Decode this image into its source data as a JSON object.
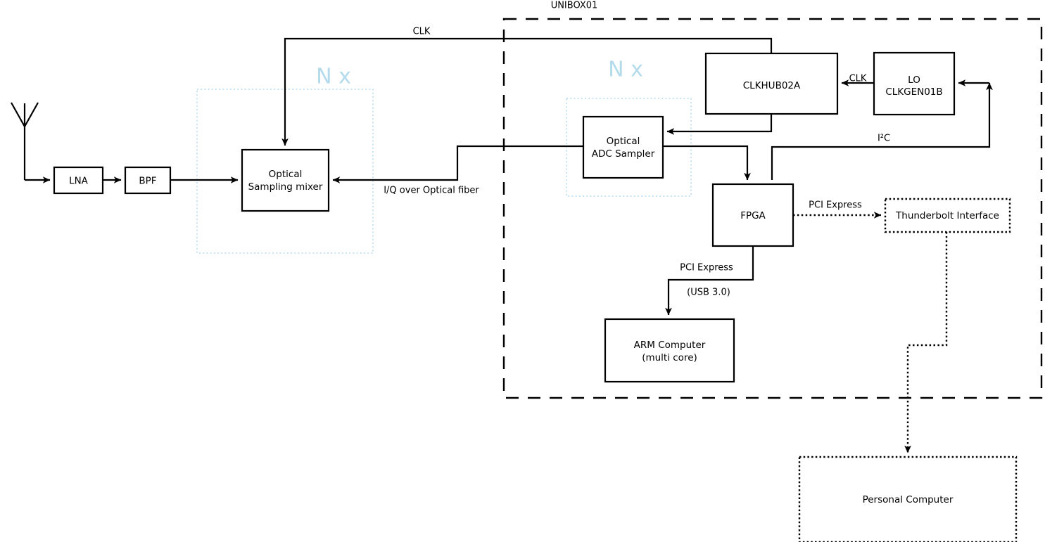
{
  "diagram": {
    "title_label": "UNIBOX01",
    "group_multiplier_label": "N x",
    "accent_group_color": "#b3dbeb",
    "line_color": "#000000",
    "background_color": "#ffffff"
  },
  "blocks": {
    "lna": {
      "label": "LNA"
    },
    "bpf": {
      "label": "BPF"
    },
    "optical_sampling_mixer": {
      "line1": "Optical",
      "line2": "Sampling mixer"
    },
    "optical_adc_sampler": {
      "line1": "Optical",
      "line2": "ADC Sampler"
    },
    "clkhub": {
      "label": "CLKHUB02A"
    },
    "lo_clkgen": {
      "line1": "LO",
      "line2": "CLKGEN01B"
    },
    "fpga": {
      "label": "FPGA"
    },
    "arm_computer": {
      "line1": "ARM Computer",
      "line2": "(multi core)"
    },
    "thunderbolt": {
      "label": "Thunderbolt Interface"
    },
    "personal_computer": {
      "label": "Personal Computer"
    }
  },
  "edge_labels": {
    "clk_top": "CLK",
    "clk_lo": "CLK",
    "iq_fiber": "I/Q over Optical fiber",
    "i2c": "I²C",
    "pcie_thunderbolt": "PCI Express",
    "pcie_arm": "PCI Express",
    "usb3": "(USB 3.0)"
  },
  "groups": {
    "left_nx_label": "N x",
    "right_nx_label": "N x"
  }
}
